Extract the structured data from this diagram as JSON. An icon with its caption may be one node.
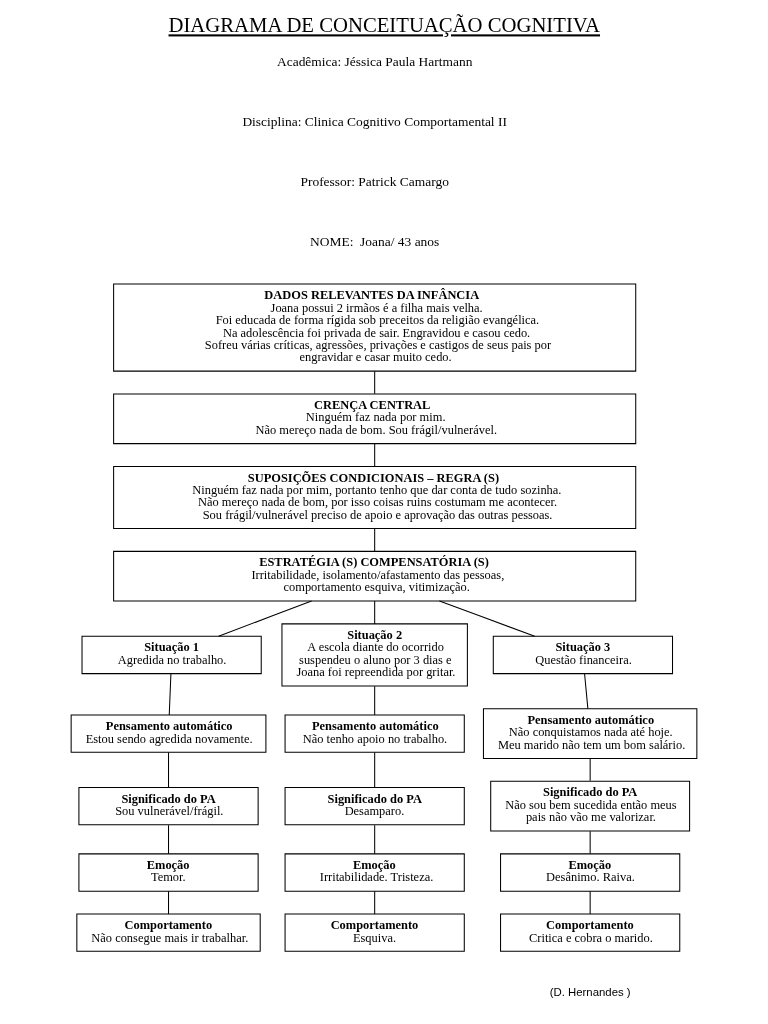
{
  "diagram": {
    "title": "DIAGRAMA DE CONCEITUAÇÃO COGNITIVA",
    "nodes": [
      {
        "text": [
          "DADOS RELEVANTES DA INFÂNCIA",
          "Joana possui 2 irmãos é a filha mais velha.",
          "Foi educada de forma rígida sob preceitos da religião evangélica.",
          "Na adolescência foi privada de sair. Engravidou e casou cedo.",
          "Sofreu várias críticas, agressões, privações e castigos de seus pais por engravidar e casar muito cedo."
        ]
      },
      {
        "text": [
          "CRENÇA CENTRAL",
          "Ninguém faz nada por mim.",
          "Não mereço nada de bom. Sou frágil/vulnerável."
        ]
      },
      {
        "text": [
          "SUPOSIÇÕES CONDICIONAIS – REGRA (S)",
          "Ninguém faz nada por mim, portanto tenho que dar conta de tudo sozinha.",
          "Não mereço nada de bom, por isso coisas ruins costumam me acontecer.",
          "Sou frágil/vulnerável preciso de apoio e aprovação das outras pessoas."
        ]
      },
      {
        "text": [
          "ESTRATÉGIA (S) COMPENSATÓRIA (S)",
          "Irritabilidade, isolamento/afastamento das pessoas, comportamento esquiva, vitimização."
        ]
      },
      {
        "text": [
          "Situação 1",
          "Agredida no trabalho."
        ]
      },
      {
        "text": [
          "Pensamento automático",
          "Estou sendo agredida novamente."
        ]
      },
      {
        "text": [
          "Significado do PA",
          "Sou vulnerável/frágil."
        ]
      },
      {
        "text": [
          "Emoção",
          "Temor."
        ]
      },
      {
        "text": [
          "Comportamento",
          "Não consegue mais ir trabalhar."
        ]
      },
      {
        "text": [
          "Situação 2",
          "A escola diante do ocorrido suspendeu o aluno por 3 dias e Joana foi repreendida por gritar."
        ]
      },
      {
        "text": [
          "Pensamento automático",
          "Não tenho apoio no trabalho."
        ]
      },
      {
        "text": [
          "Significado do PA",
          "Desamparo."
        ]
      },
      {
        "text": [
          "Emoção",
          "Irritabilidade. Tristeza."
        ]
      },
      {
        "text": [
          "Comportamento",
          "Esquiva."
        ]
      },
      {
        "text": [
          "Situação 3",
          "Questão financeira."
        ]
      },
      {
        "text": [
          "Pensamento automático",
          "Não conquistamos nada até hoje.",
          "Meu marido não tem um bom salário."
        ]
      },
      {
        "text": [
          "Significado do PA",
          "Não sou bem sucedida então meus pais não vão me valorizar."
        ]
      },
      {
        "text": [
          "Emoção",
          "Desânimo. Raiva."
        ]
      },
      {
        "text": [
          "Comportamento",
          "Critica e cobra o marido."
        ]
      }
    ],
    "edges": [
      {
        "from": 0,
        "to": 1,
        "arrow": "none"
      },
      {
        "from": 1,
        "to": 2,
        "arrow": "none"
      },
      {
        "from": 2,
        "to": 3,
        "arrow": "none"
      },
      {
        "from": 3,
        "to": 4,
        "arrow": "none"
      },
      {
        "from": 3,
        "to": 9,
        "arrow": "none"
      },
      {
        "from": 3,
        "to": 14,
        "arrow": "none"
      },
      {
        "from": 4,
        "to": 5,
        "arrow": "none"
      },
      {
        "from": 5,
        "to": 6,
        "arrow": "none"
      },
      {
        "from": 6,
        "to": 7,
        "arrow": "none"
      },
      {
        "from": 7,
        "to": 8,
        "arrow": "none"
      },
      {
        "from": 9,
        "to": 10,
        "arrow": "none"
      },
      {
        "from": 10,
        "to": 11,
        "arrow": "none"
      },
      {
        "from": 11,
        "to": 12,
        "arrow": "none"
      },
      {
        "from": 12,
        "to": 13,
        "arrow": "none"
      },
      {
        "from": 14,
        "to": 15,
        "arrow": "none"
      },
      {
        "from": 15,
        "to": 16,
        "arrow": "none"
      },
      {
        "from": 16,
        "to": 17,
        "arrow": "none"
      },
      {
        "from": 17,
        "to": 18,
        "arrow": "none"
      }
    ],
    "labels": [
      "Acadêmica: Jéssica Paula Hartmann",
      "Disciplina: Clinica Cognitivo Comportamental II",
      "Professor: Patrick Camargo",
      "NOME:  Joana/ 43 anos",
      "(D. Hernandes )"
    ]
  }
}
